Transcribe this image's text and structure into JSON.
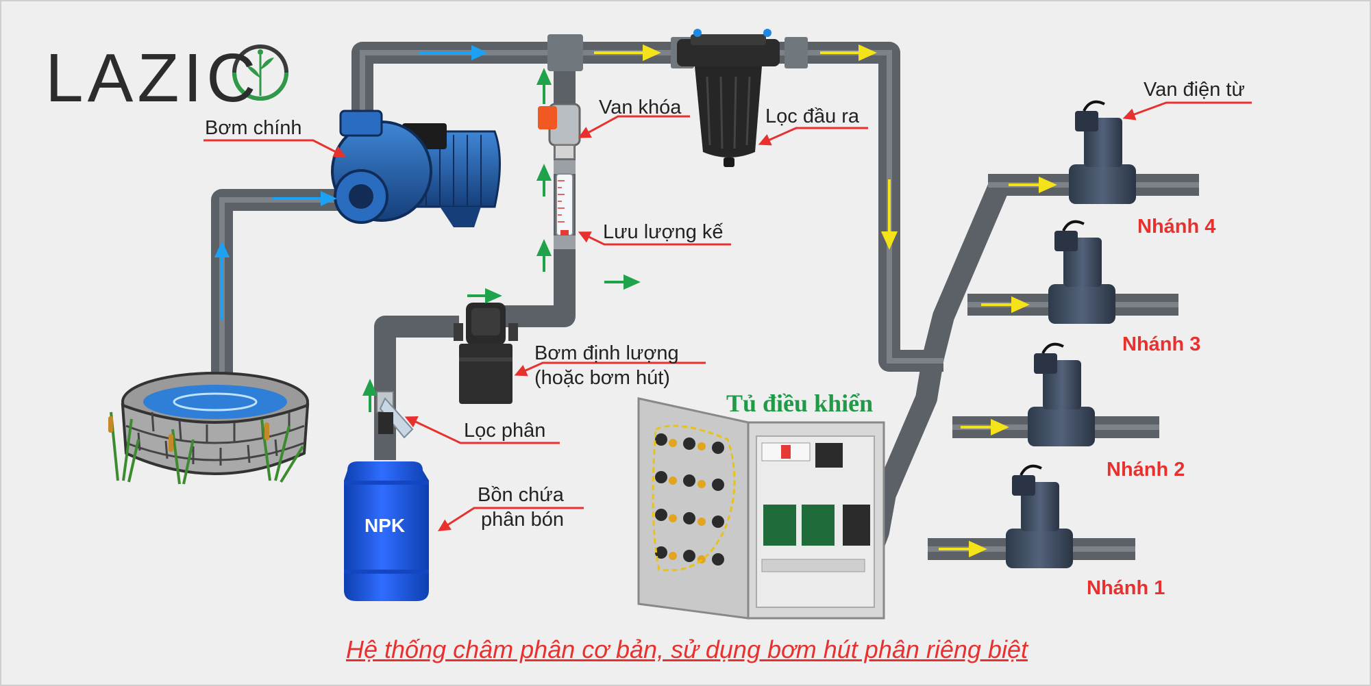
{
  "brand": {
    "logo_text": "LAZIC"
  },
  "labels": {
    "main_pump": "Bơm chính",
    "lock_valve": "Van khóa",
    "outlet_filter": "Lọc đầu ra",
    "flow_meter": "Lưu lượng kế",
    "dosing_pump_line1": "Bơm định lượng",
    "dosing_pump_line2": "(hoặc bơm hút)",
    "fertilizer_filter": "Lọc phân",
    "tank_line1": "Bồn chứa",
    "tank_line2": "phân bón",
    "tank_text": "NPK",
    "solenoid_valve": "Van điện từ",
    "control_cabinet": "Tủ điều khiển"
  },
  "branches": [
    "Nhánh 4",
    "Nhánh 3",
    "Nhánh 2",
    "Nhánh 1"
  ],
  "caption": "Hệ thống châm phân cơ bản, sử dụng bơm hút phân riêng biệt",
  "colors": {
    "pipe": "#5b6166",
    "water_arrow": "#1da1f2",
    "flow_arrow": "#f4e21a",
    "fertilizer_arrow": "#1fa34a",
    "label_arrow": "#e8312f",
    "pump": "#1f5fa8",
    "tank": "#1e5bd8"
  }
}
